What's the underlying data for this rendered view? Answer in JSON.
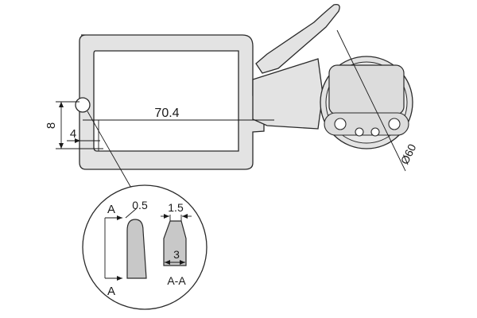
{
  "dimensions": {
    "length": "70.4",
    "height": "8",
    "tip_depth": "4",
    "dial_diameter": "Ø60",
    "tip_width": "0.5",
    "section_width_top": "1.5",
    "section_width": "3"
  },
  "detail": {
    "section_mark_top": "A",
    "section_mark_bottom": "A",
    "section_label": "A-A"
  }
}
